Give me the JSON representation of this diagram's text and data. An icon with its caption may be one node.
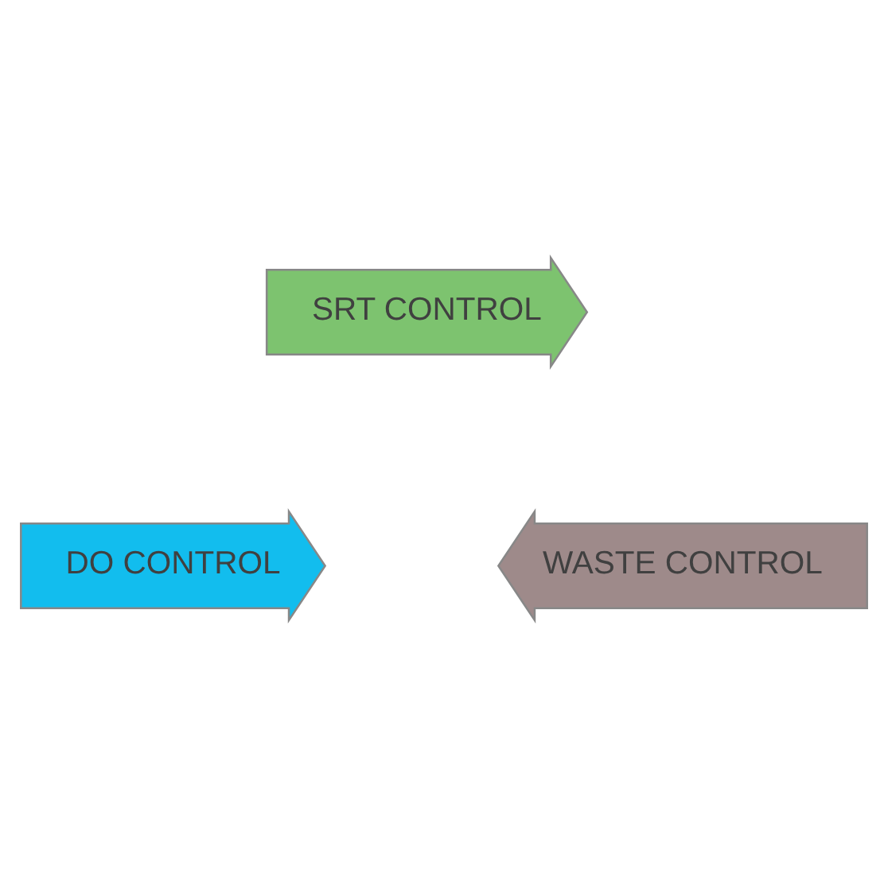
{
  "diagram": {
    "nodes": [
      {
        "text": [
          "SRT CONTROL"
        ]
      },
      {
        "text": [
          "DO CONTROL"
        ]
      },
      {
        "text": [
          "WASTE CONTROL"
        ]
      }
    ]
  }
}
